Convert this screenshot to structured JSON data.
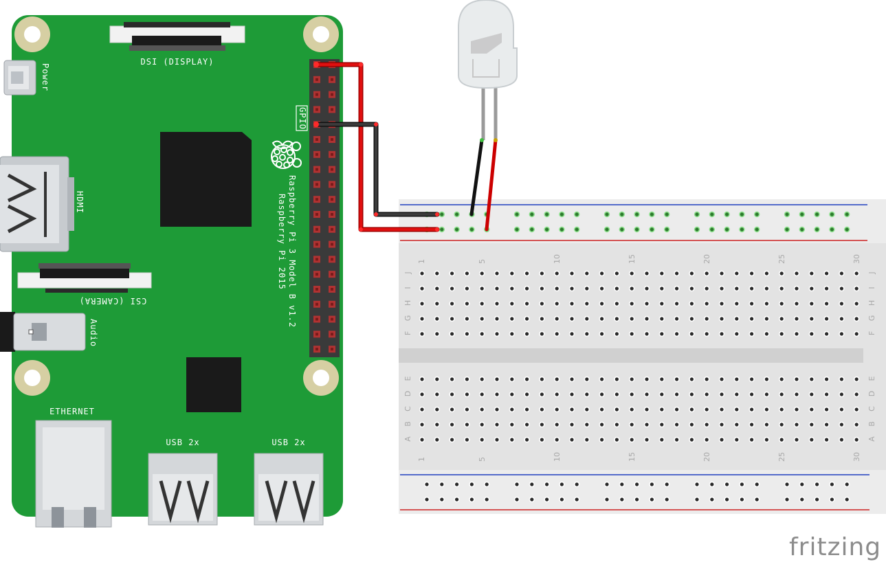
{
  "board": {
    "dsi_label": "DSI (DISPLAY)",
    "power_label": "Power",
    "gpio_label": "GPIO",
    "hdmi_label": "HDMI",
    "model_line1": "Raspberry Pi 3 Model B v1.2",
    "model_line2": "Raspberry Pi 2015",
    "csi_label": "CSI (CAMERA)",
    "audio_label": "Audio",
    "ethernet_label": "ETHERNET",
    "usb_label_1": "USB 2x",
    "usb_label_2": "USB 2x",
    "color": "#1e9b37"
  },
  "breadboard": {
    "column_numbers": [
      "1",
      "5",
      "10",
      "15",
      "20",
      "25",
      "30"
    ],
    "rows_top": [
      "J",
      "I",
      "H",
      "G",
      "F"
    ],
    "rows_bottom": [
      "E",
      "D",
      "C",
      "B",
      "A"
    ]
  },
  "wires": {
    "power_color": "#d40000",
    "ground_color": "#222222"
  },
  "brand": {
    "name": "fritzing"
  }
}
